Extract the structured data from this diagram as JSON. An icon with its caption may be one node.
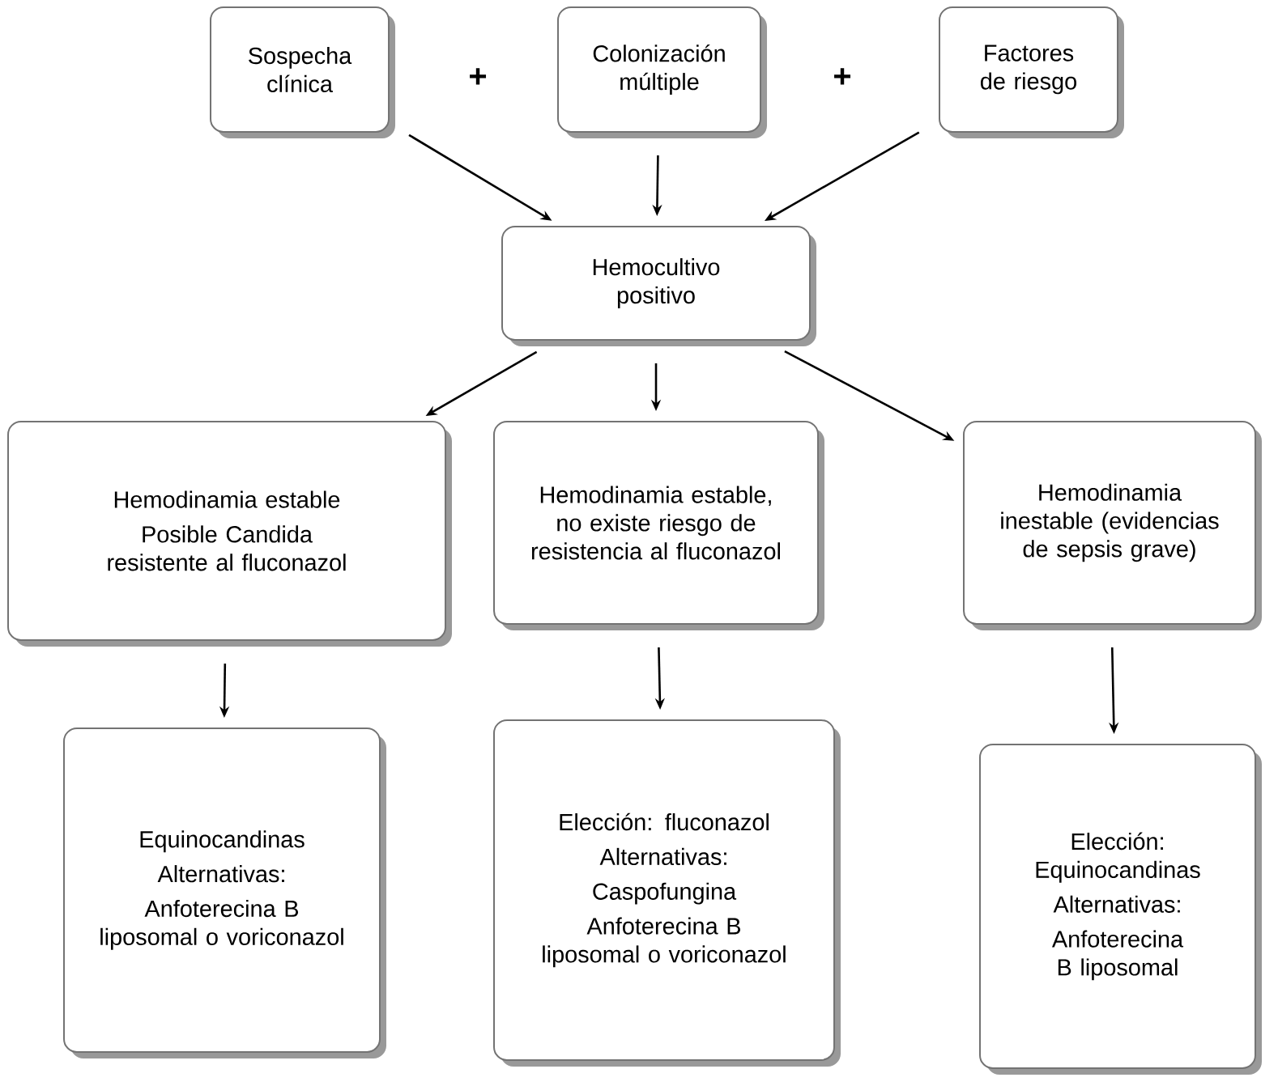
{
  "diagram": {
    "nodes": [
      {
        "text": [
          "Sospecha clínica"
        ]
      },
      {
        "text": [
          "Colonización múltiple"
        ]
      },
      {
        "text": [
          "Factores de riesgo"
        ]
      },
      {
        "text": [
          "Hemocultivo positivo"
        ]
      },
      {
        "text": [
          "Hemodinamia estable",
          "Posible Candida resistente al fluconazol"
        ]
      },
      {
        "text": [
          "Hemodinamia estable, no existe riesgo de resistencia al fluconazol"
        ]
      },
      {
        "text": [
          "Hemodinamia inestable (evidencias de sepsis grave)"
        ]
      },
      {
        "text": [
          "Equinocandinas",
          "Alternativas:",
          "Anfoterecina B liposomal o voriconazol"
        ]
      },
      {
        "text": [
          "Elección: fluconazol",
          "Alternativas:",
          "Caspofungina",
          "Anfoterecina B liposomal o voriconazol"
        ]
      },
      {
        "text": [
          "Elección: Equinocandinas",
          "Alternativas:",
          "Anfoterecina B liposomal"
        ]
      }
    ],
    "edges": [
      {
        "from": 0,
        "to": 3,
        "arrow": "to"
      },
      {
        "from": 1,
        "to": 3,
        "arrow": "to"
      },
      {
        "from": 2,
        "to": 3,
        "arrow": "to"
      },
      {
        "from": 3,
        "to": 4,
        "arrow": "to"
      },
      {
        "from": 3,
        "to": 5,
        "arrow": "to"
      },
      {
        "from": 3,
        "to": 6,
        "arrow": "to"
      },
      {
        "from": 4,
        "to": 7,
        "arrow": "to"
      },
      {
        "from": 5,
        "to": 8,
        "arrow": "to"
      },
      {
        "from": 6,
        "to": 9,
        "arrow": "to"
      }
    ],
    "labels": [
      "+",
      "+"
    ]
  }
}
